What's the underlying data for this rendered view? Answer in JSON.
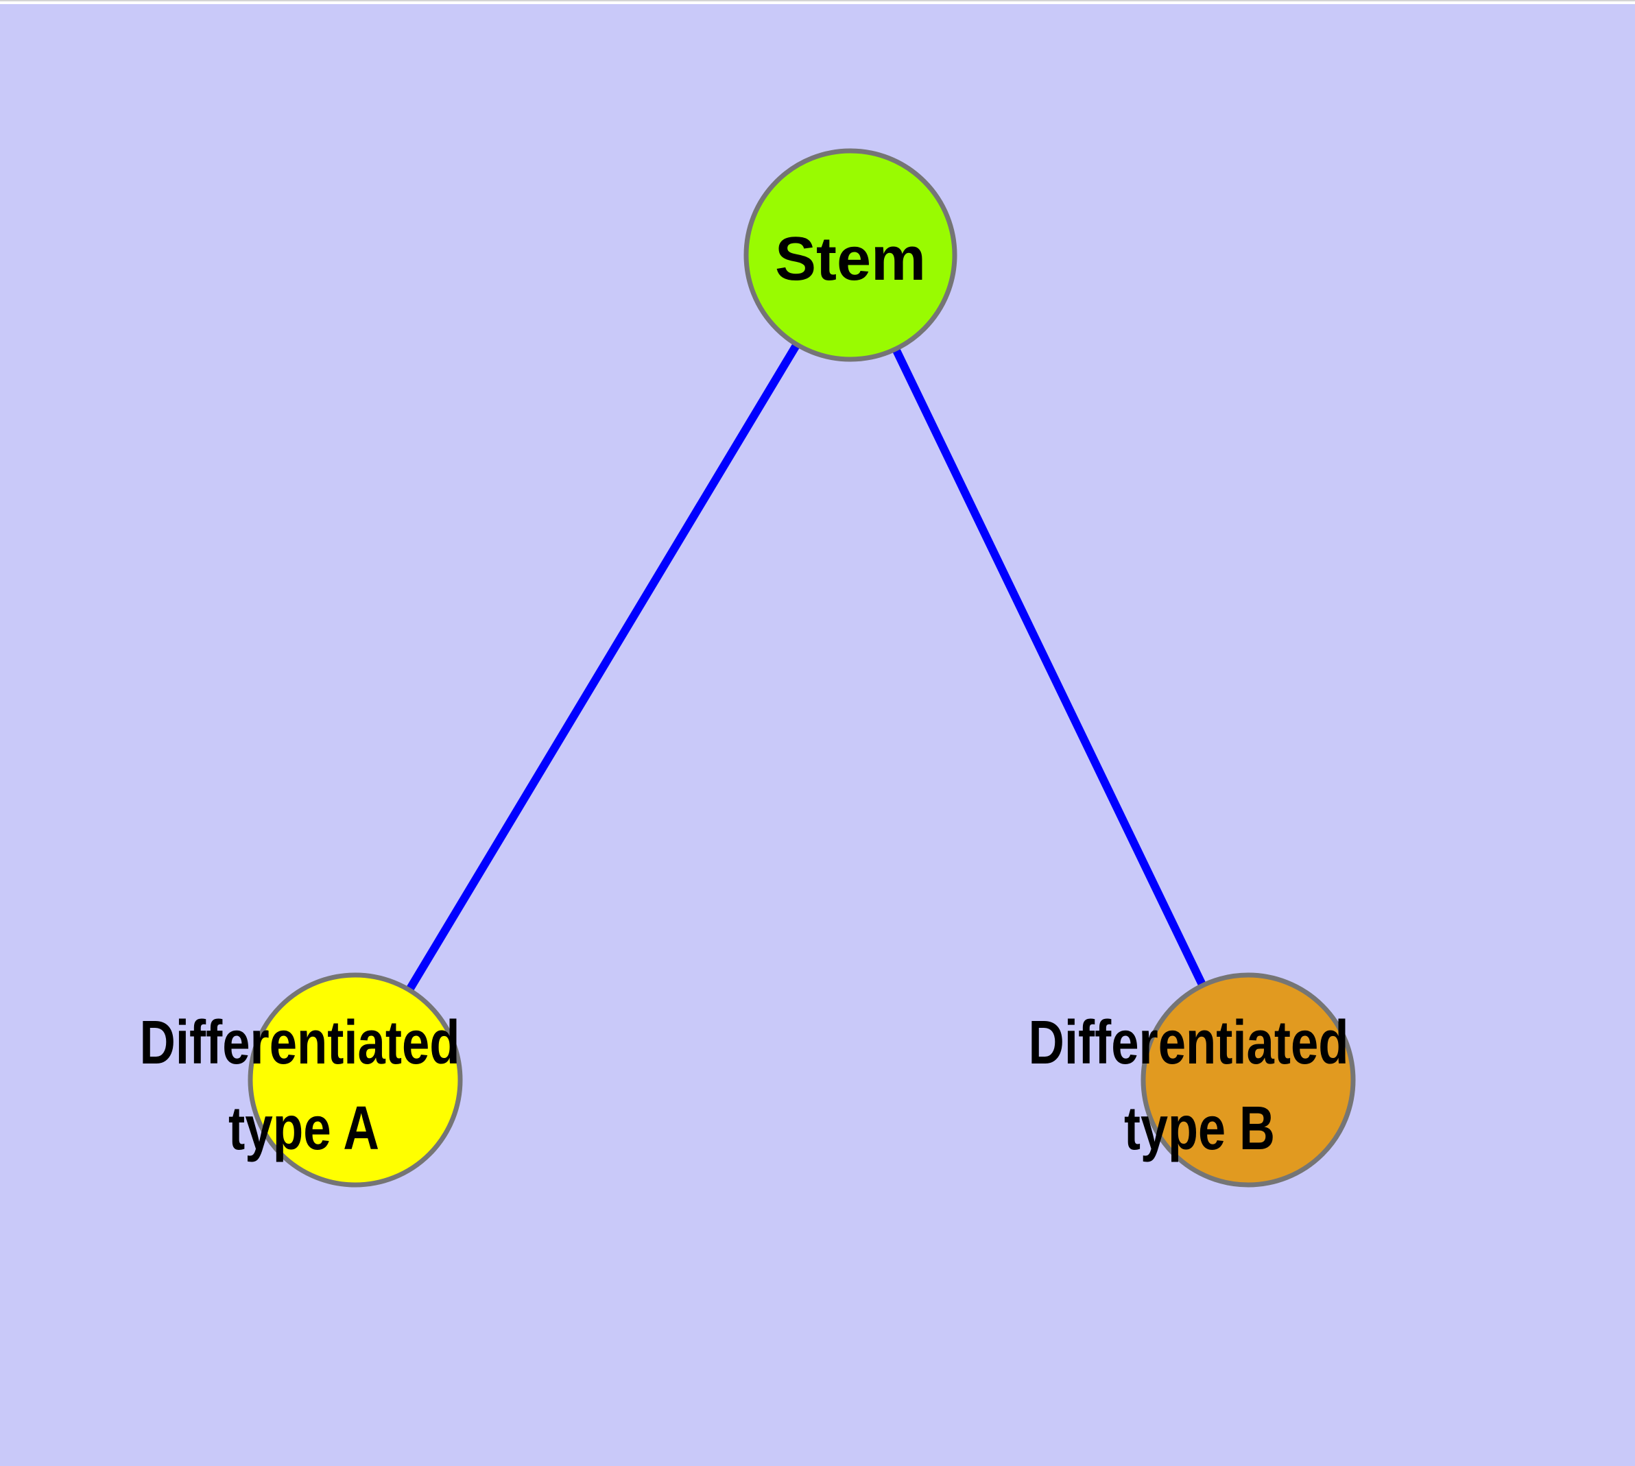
{
  "diagram": {
    "background_color": "#c9c9f9",
    "top_strip_color": "#ffffff",
    "top_border_color": "#d4d4d4",
    "edge_color": "#0000ff",
    "node_border_color": "#757575",
    "label_color": "#000000",
    "nodes": {
      "stem": {
        "label": "Stem",
        "fill": "#99fb01"
      },
      "type_a": {
        "label_line1": "Differentiated",
        "label_line2": "type A",
        "fill": "#ffff00"
      },
      "type_b": {
        "label_line1": "Differentiated",
        "label_line2": "type B",
        "fill": "#e19a20"
      }
    },
    "edges": [
      {
        "from": "Stem",
        "to": "Differentiated type A"
      },
      {
        "from": "Stem",
        "to": "Differentiated type B"
      }
    ]
  }
}
